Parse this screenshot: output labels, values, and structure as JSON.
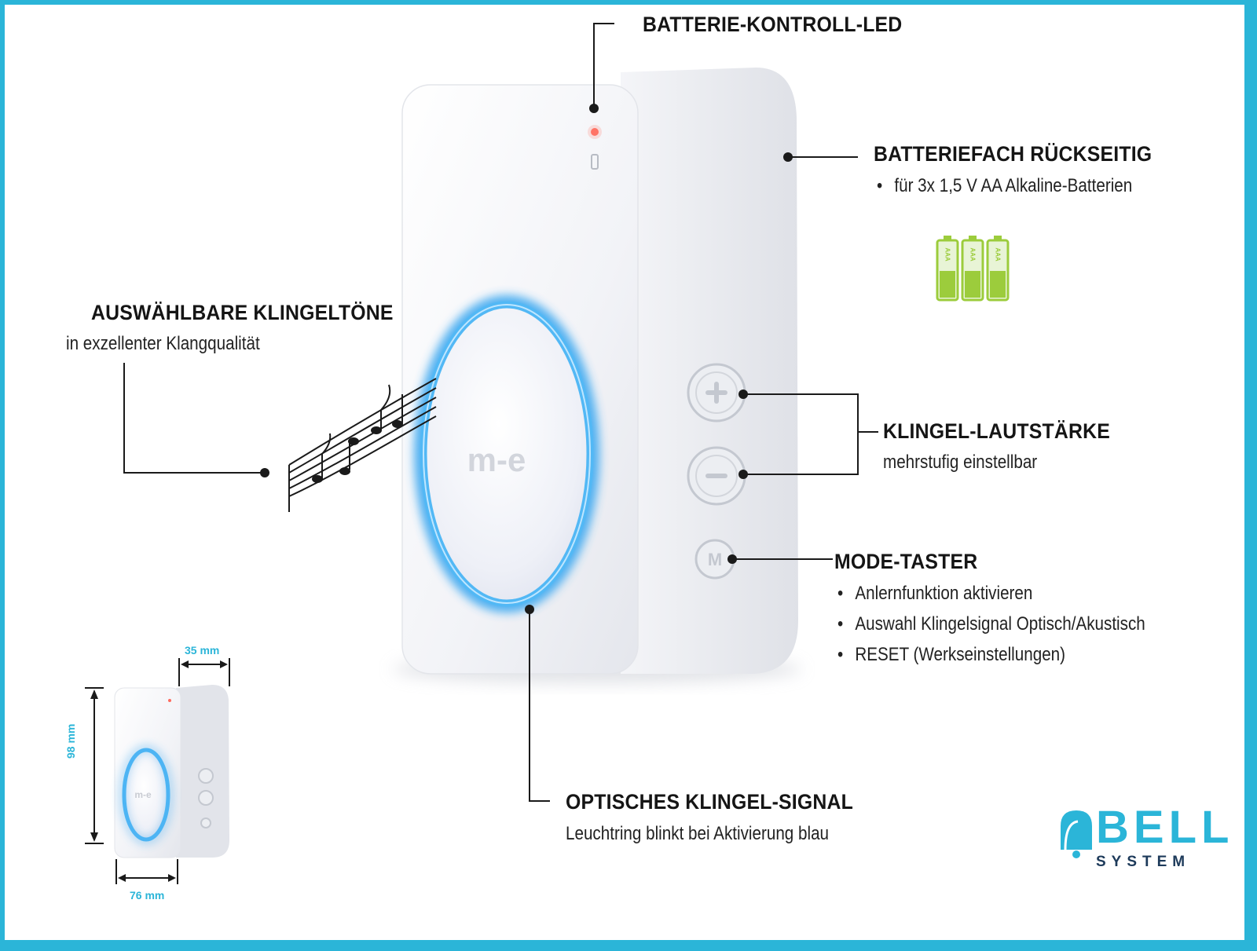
{
  "labels": {
    "led": {
      "title": "BATTERIE-KONTROLL-LED"
    },
    "battery_compartment": {
      "title": "BATTERIEFACH RÜCKSEITIG",
      "bullets": [
        "für 3x 1,5 V AA Alkaline-Batterien"
      ]
    },
    "ringtones": {
      "title": "AUSWÄHLBARE KLINGELTÖNE",
      "subtitle": "in exzellenter Klangqualität"
    },
    "volume": {
      "title": "KLINGEL-LAUTSTÄRKE",
      "subtitle": "mehrstufig einstellbar"
    },
    "mode": {
      "title": "MODE-TASTER",
      "bullets": [
        "Anlernfunktion aktivieren",
        "Auswahl Klingelsignal Optisch/Akustisch",
        "RESET (Werkseinstellungen)"
      ]
    },
    "signal": {
      "title": "OPTISCHES KLINGEL-SIGNAL",
      "subtitle": "Leuchtring blinkt bei Aktivierung blau"
    }
  },
  "device": {
    "brand_mark": "m-e",
    "mode_button_letter": "M",
    "battery_cell_label": "AAA"
  },
  "dimensions": {
    "depth": "35 mm",
    "height": "98 mm",
    "width": "76 mm"
  },
  "logo": {
    "primary": "BELL",
    "secondary": "SYSTEM"
  },
  "colors": {
    "frame": "#2bb5d8",
    "ring_glow": "#3aa7f0",
    "battery_green": "#9ccc3c",
    "logo_dark": "#1d3a5a"
  }
}
